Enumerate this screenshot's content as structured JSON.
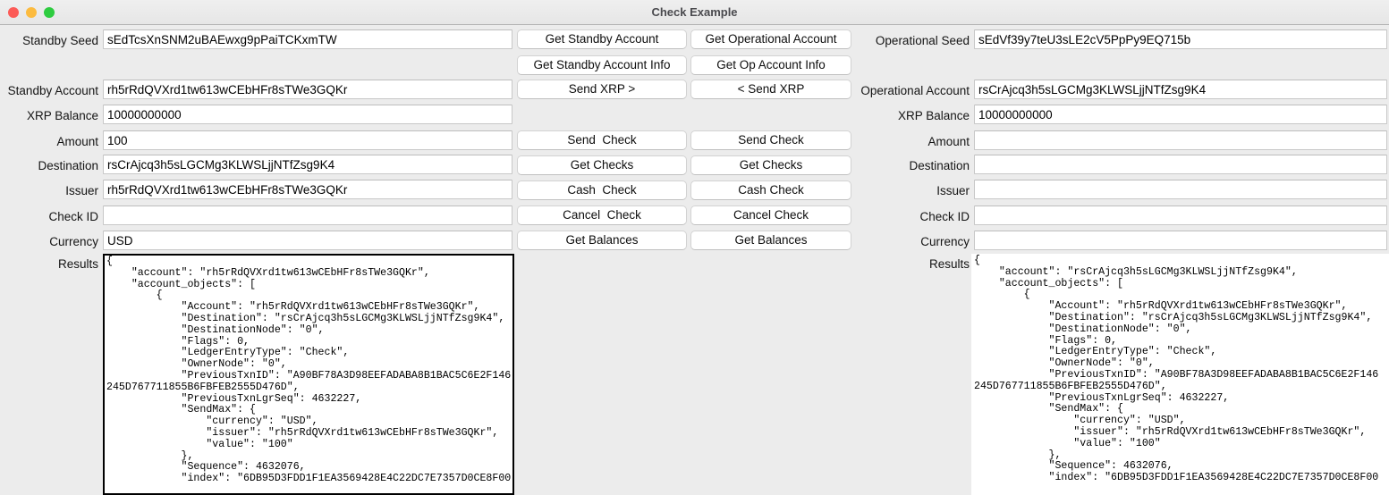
{
  "window": {
    "title": "Check Example",
    "controls": [
      "close-button",
      "minimize-button",
      "zoom-button"
    ]
  },
  "standby": {
    "labels": {
      "seed": "Standby Seed",
      "account": "Standby Account",
      "balance": "XRP Balance",
      "amount": "Amount",
      "destination": "Destination",
      "issuer": "Issuer",
      "check_id": "Check ID",
      "currency": "Currency",
      "results": "Results"
    },
    "values": {
      "seed": "sEdTcsXnSNM2uBAEwxg9pPaiTCKxmTW",
      "account": "rh5rRdQVXrd1tw613wCEbHFr8sTWe3GQKr",
      "balance": "10000000000",
      "amount": "100",
      "destination": "rsCrAjcq3h5sLGCMg3KLWSLjjNTfZsg9K4",
      "issuer": "rh5rRdQVXrd1tw613wCEbHFr8sTWe3GQKr",
      "check_id": "",
      "currency": "USD",
      "results": "{\n    \"account\": \"rh5rRdQVXrd1tw613wCEbHFr8sTWe3GQKr\",\n    \"account_objects\": [\n        {\n            \"Account\": \"rh5rRdQVXrd1tw613wCEbHFr8sTWe3GQKr\",\n            \"Destination\": \"rsCrAjcq3h5sLGCMg3KLWSLjjNTfZsg9K4\",\n            \"DestinationNode\": \"0\",\n            \"Flags\": 0,\n            \"LedgerEntryType\": \"Check\",\n            \"OwnerNode\": \"0\",\n            \"PreviousTxnID\": \"A90BF78A3D98EEFADABA8B1BAC5C6E2F146\n245D767711855B6FBFEB2555D476D\",\n            \"PreviousTxnLgrSeq\": 4632227,\n            \"SendMax\": {\n                \"currency\": \"USD\",\n                \"issuer\": \"rh5rRdQVXrd1tw613wCEbHFr8sTWe3GQKr\",\n                \"value\": \"100\"\n            },\n            \"Sequence\": 4632076,\n            \"index\": \"6DB95D3FDD1F1EA3569428E4C22DC7E7357D0CE8F00"
    }
  },
  "operational": {
    "labels": {
      "seed": "Operational Seed",
      "account": "Operational Account",
      "balance": "XRP Balance",
      "amount": "Amount",
      "destination": "Destination",
      "issuer": "Issuer",
      "check_id": "Check ID",
      "currency": "Currency",
      "results": "Results"
    },
    "values": {
      "seed": "sEdVf39y7teU3sLE2cV5PpPy9EQ715b",
      "account": "rsCrAjcq3h5sLGCMg3KLWSLjjNTfZsg9K4",
      "balance": "10000000000",
      "amount": "",
      "destination": "",
      "issuer": "",
      "check_id": "",
      "currency": "",
      "results": "{\n    \"account\": \"rsCrAjcq3h5sLGCMg3KLWSLjjNTfZsg9K4\",\n    \"account_objects\": [\n        {\n            \"Account\": \"rh5rRdQVXrd1tw613wCEbHFr8sTWe3GQKr\",\n            \"Destination\": \"rsCrAjcq3h5sLGCMg3KLWSLjjNTfZsg9K4\",\n            \"DestinationNode\": \"0\",\n            \"Flags\": 0,\n            \"LedgerEntryType\": \"Check\",\n            \"OwnerNode\": \"0\",\n            \"PreviousTxnID\": \"A90BF78A3D98EEFADABA8B1BAC5C6E2F146\n245D767711855B6FBFEB2555D476D\",\n            \"PreviousTxnLgrSeq\": 4632227,\n            \"SendMax\": {\n                \"currency\": \"USD\",\n                \"issuer\": \"rh5rRdQVXrd1tw613wCEbHFr8sTWe3GQKr\",\n                \"value\": \"100\"\n            },\n            \"Sequence\": 4632076,\n            \"index\": \"6DB95D3FDD1F1EA3569428E4C22DC7E7357D0CE8F00"
    }
  },
  "buttons": {
    "left": [
      "Get Standby Account",
      "Get Standby Account Info",
      "Send XRP >",
      "Send  Check",
      "Get Checks",
      "Cash  Check",
      "Cancel  Check",
      "Get Balances"
    ],
    "right": [
      "Get Operational Account",
      "Get Op Account Info",
      "< Send XRP",
      "Send Check",
      "Get Checks",
      "Cash Check",
      "Cancel Check",
      "Get Balances"
    ]
  },
  "colors": {
    "window_bg": "#ececec",
    "field_bg": "#ffffff",
    "titlebar_bg": "#ebebeb",
    "focus_border": "#000000",
    "close": "#fc5b57",
    "minimize": "#fcbb3f",
    "zoom": "#2ecc40"
  }
}
